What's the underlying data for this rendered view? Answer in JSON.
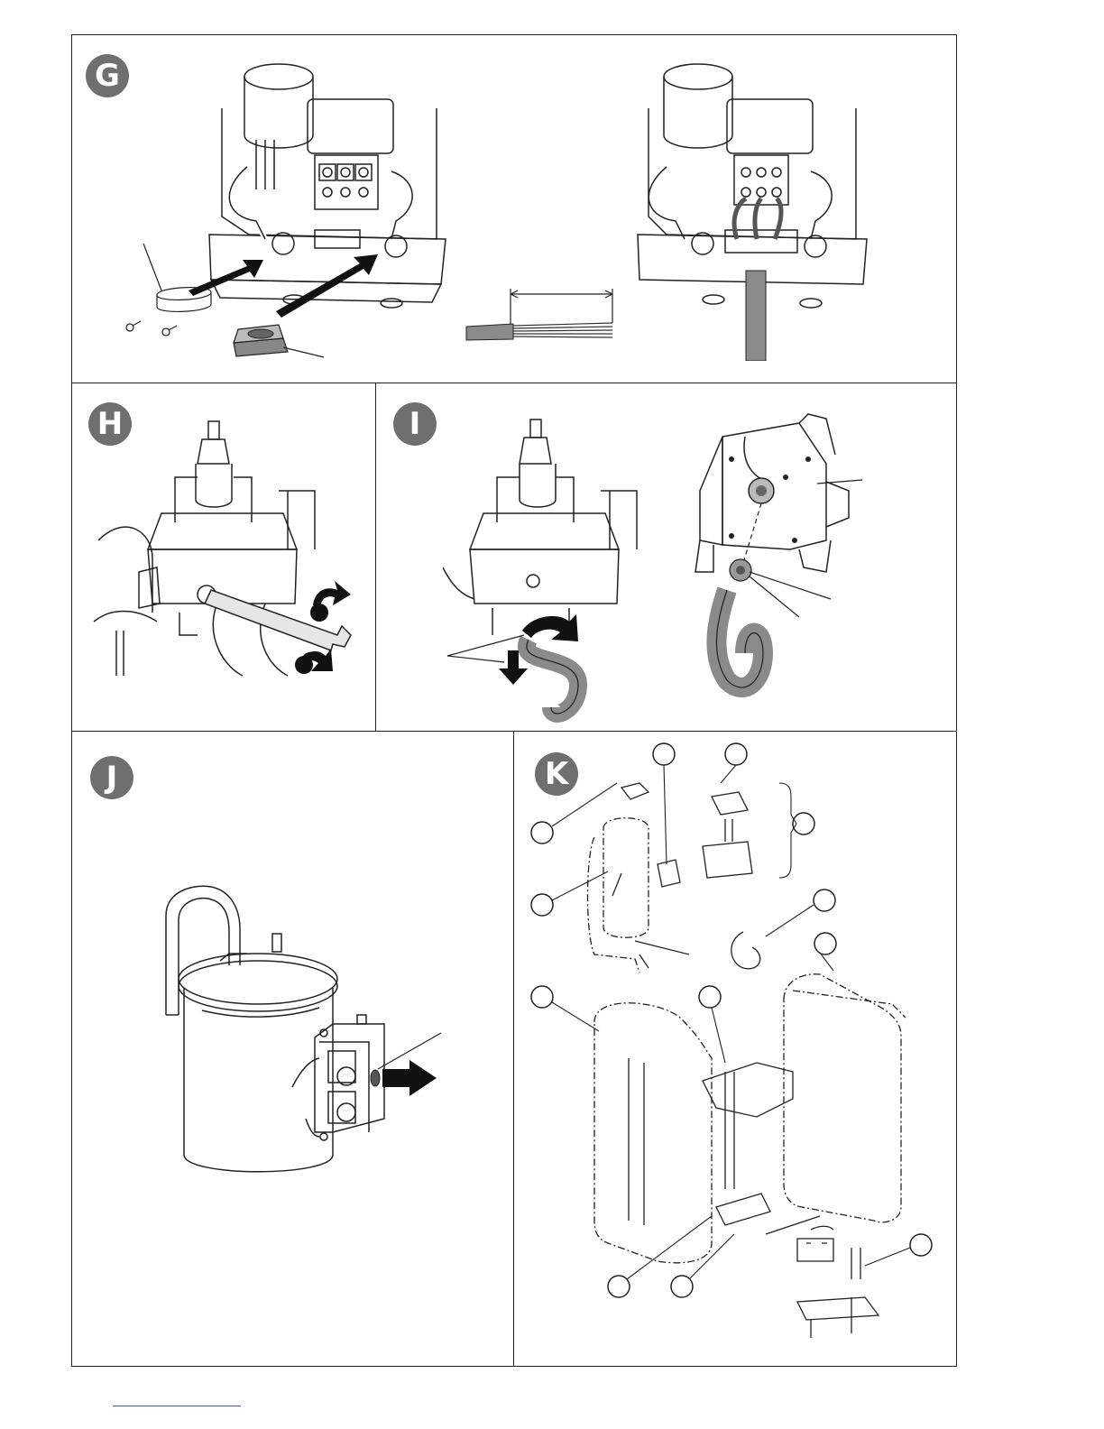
{
  "panels": {
    "g": {
      "label": "G"
    },
    "h": {
      "label": "H"
    },
    "i": {
      "label": "I"
    },
    "j": {
      "label": "J"
    },
    "k": {
      "label": "K"
    }
  },
  "colors": {
    "line": "#222222",
    "badge": "#6f6f6f",
    "shade": "#9a9a9a",
    "footer_rule": "#3a5bd0"
  }
}
